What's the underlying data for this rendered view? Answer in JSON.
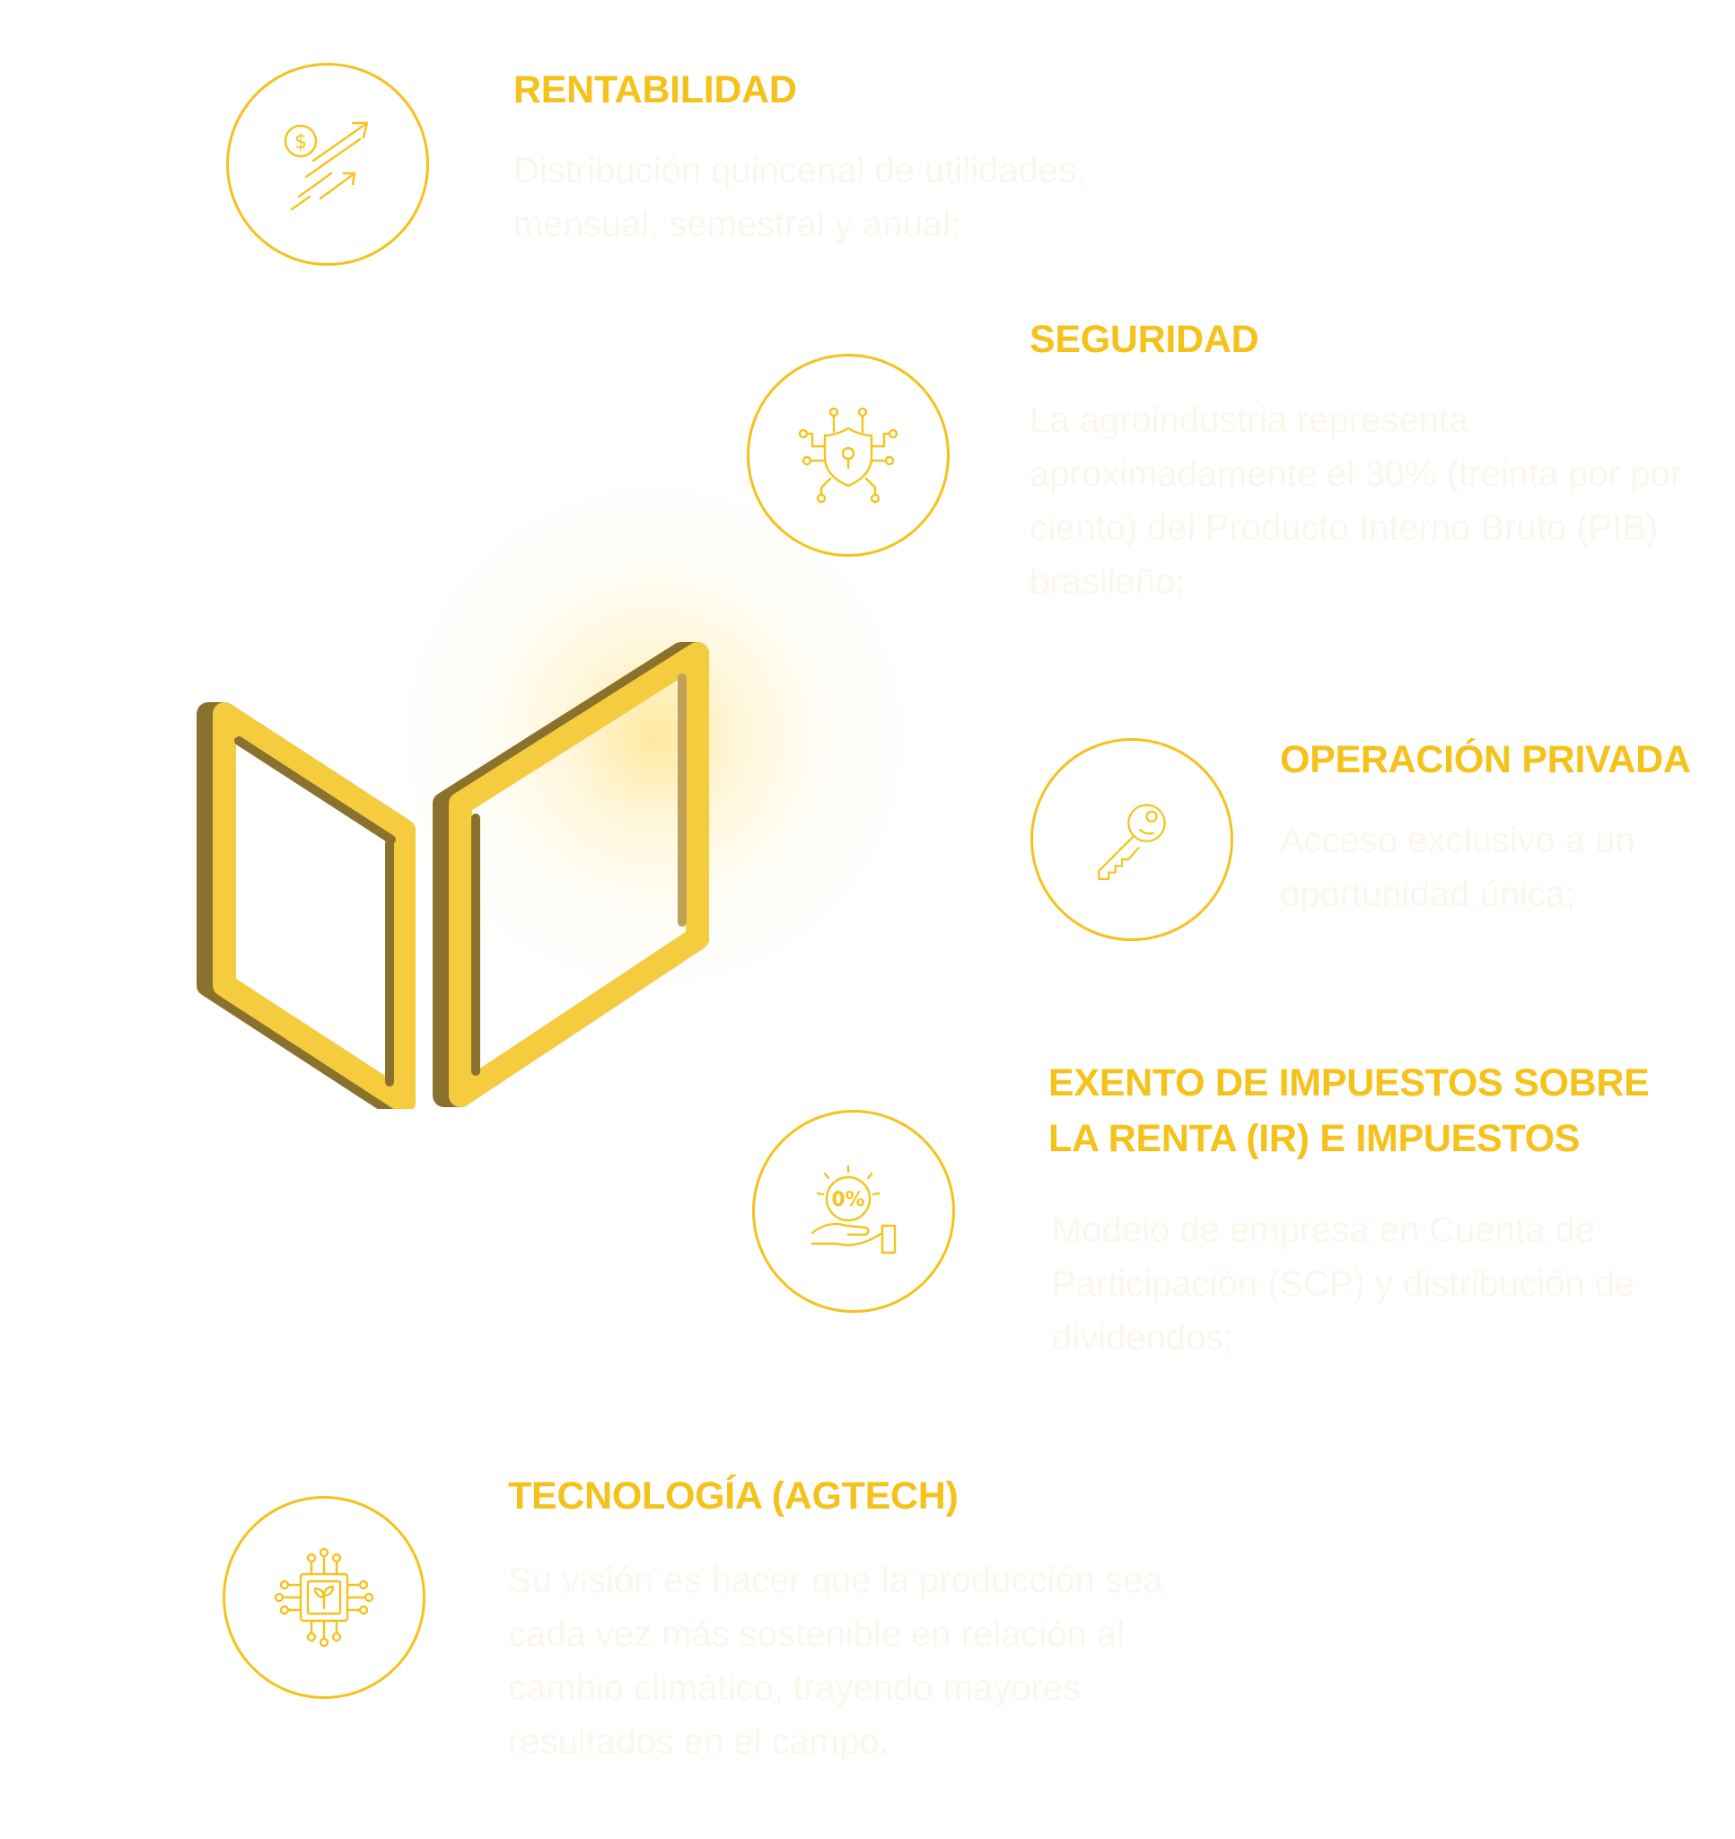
{
  "colors": {
    "accent": "#f5c21c",
    "accent_dark": "#8a712e",
    "description_text": "#fbf7ec",
    "background": "#ffffff"
  },
  "logo": {
    "icon": "gold-3d-frames-logo"
  },
  "features": [
    {
      "icon": "profit-growth-icon",
      "title": "RENTABILIDAD",
      "description": "Distribución quincenal de utilidades, mensual, semestral y anual;"
    },
    {
      "icon": "security-shield-icon",
      "title": "SEGURIDAD",
      "description": "La agroindustria representa aproximadamente el 30% (treinta por por ciento) del Producto Interno Bruto (PIB) brasileño;"
    },
    {
      "icon": "key-icon",
      "title": "OPERACIÓN PRIVADA",
      "description": "Acceso exclusivo a un oportunidad única;"
    },
    {
      "icon": "tax-exempt-icon",
      "title_line1": "EXENTO DE IMPUESTOS SOBRE",
      "title_line2": "LA RENTA (IR) E IMPUESTOS",
      "description": "Modelo de empresa en Cuenta de Participación (SCP) y distribución de dividendos;"
    },
    {
      "icon": "agtech-chip-icon",
      "title": "TECNOLOGÍA (AGTECH)",
      "description": "Su visión es hacer que la producción sea cada vez más sostenible en relación al cambio climático, trayendo mayores resultados en el campo."
    }
  ]
}
